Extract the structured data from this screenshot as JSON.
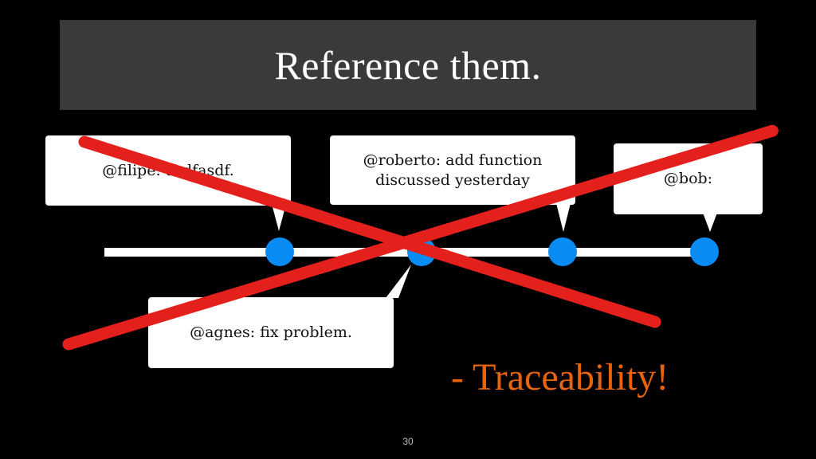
{
  "slide": {
    "title": "Reference them.",
    "page_number": "30",
    "traceability_text": "- Traceability!"
  },
  "commits": [
    {
      "message": "@filipe: asdfasdf."
    },
    {
      "message": "@agnes: fix problem."
    },
    {
      "message": "@roberto: add function\ndiscussed yesterday"
    },
    {
      "message": "@bob:"
    }
  ],
  "colors": {
    "background": "#000000",
    "title_bar": "#3a3a3a",
    "timeline": "#ffffff",
    "commit_dot": "#0a8cf5",
    "cross": "#e3201b",
    "traceability": "#e8640c"
  }
}
